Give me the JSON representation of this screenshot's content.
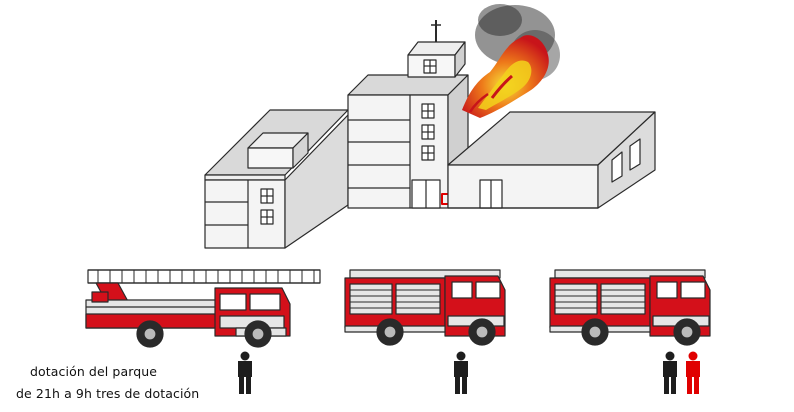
{
  "caption": {
    "line1": "dotación del parque",
    "line2": "de 21h a 9h tres de dotación"
  },
  "colors": {
    "truck_red": "#d4101a",
    "body_grey": "#e6e6e6",
    "outline": "#2a2a2a",
    "fire_red": "#e0301a",
    "fire_yellow": "#f2d21c",
    "smoke": "#3a3a3a",
    "alarm_box": "#e00000",
    "person_black": "#1e1e1e",
    "person_red": "#e00000"
  },
  "icons": {
    "fire": "flame-icon",
    "ladder_truck": "aerial-ladder-truck",
    "pump_truck": "fire-engine",
    "person": "person-icon"
  },
  "crew": {
    "ladder_truck": 1,
    "engine_1": 1,
    "engine_2": 2,
    "highlighted": 1
  }
}
